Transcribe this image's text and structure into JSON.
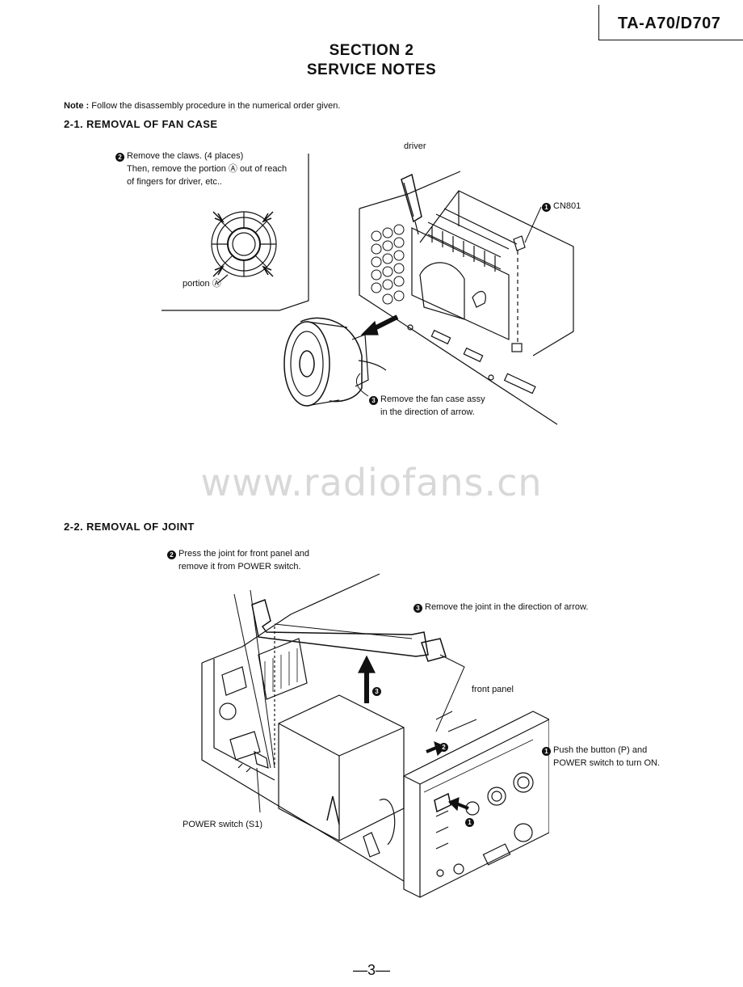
{
  "header": {
    "model": "TA-A70/D707"
  },
  "section": {
    "line1": "SECTION 2",
    "line2": "SERVICE NOTES"
  },
  "note": {
    "label": "Note :",
    "text": "Follow the disassembly procedure in the numerical order given."
  },
  "fan_case": {
    "heading": "2-1.  REMOVAL OF FAN CASE",
    "step2": {
      "num": "2",
      "line1": "Remove the claws. (4 places)",
      "line2": "Then, remove the portion Ⓐ out of reach",
      "line3": "of fingers for driver, etc.."
    },
    "portion_label": "portion Ⓐ",
    "driver_label": "driver",
    "step1": {
      "num": "1",
      "text": "CN801"
    },
    "step3": {
      "num": "3",
      "line1": "Remove the fan case assy",
      "line2": "in the direction of arrow."
    }
  },
  "watermark": "www.radiofans.cn",
  "joint": {
    "heading": "2-2.  REMOVAL OF JOINT",
    "step2": {
      "num": "2",
      "line1": "Press the joint for front panel and",
      "line2": "remove it from POWER switch."
    },
    "step3": {
      "num": "3",
      "text": "Remove the joint in the direction of arrow."
    },
    "front_panel_label": "front panel",
    "step1": {
      "num": "1",
      "line1": "Push the button (P) and",
      "line2": "POWER switch to turn ON."
    },
    "power_switch_label": "POWER switch (S1)",
    "arrow_num_3": "3",
    "arrow_num_2": "2",
    "arrow_num_1": "1"
  },
  "page_number": "—3—"
}
